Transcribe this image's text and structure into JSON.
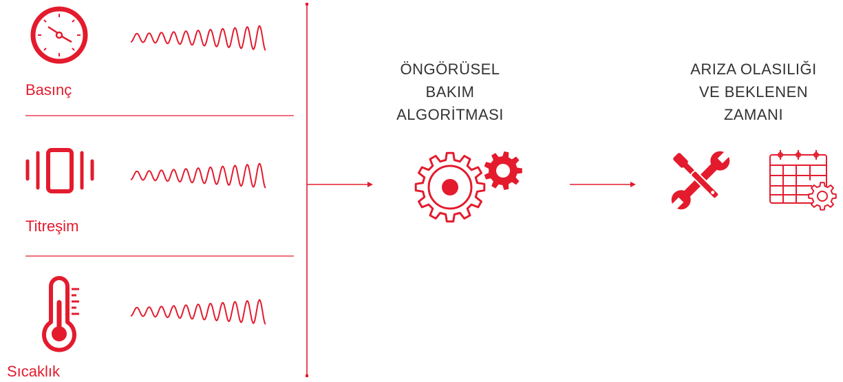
{
  "colors": {
    "accent": "#e31b2d",
    "text": "#333333",
    "divider": "#e31b2d"
  },
  "sensors": [
    {
      "label": "Basınç",
      "icon": "gauge-icon",
      "signal": "wave-signal-icon"
    },
    {
      "label": "Titreşim",
      "icon": "vibration-icon",
      "signal": "wave-signal-icon"
    },
    {
      "label": "Sıcaklık",
      "icon": "thermometer-icon",
      "signal": "wave-signal-icon"
    }
  ],
  "algorithm": {
    "title_lines": [
      "ÖNGÖRÜSEL",
      "BAKIM",
      "ALGORİTMASI"
    ],
    "icon": "gears-icon"
  },
  "result": {
    "title_lines": [
      "ARIZA OLASILIĞI",
      "VE BEKLENEN",
      "ZAMANI"
    ],
    "icons": [
      "wrench-screwdriver-icon",
      "calendar-gear-icon"
    ]
  }
}
